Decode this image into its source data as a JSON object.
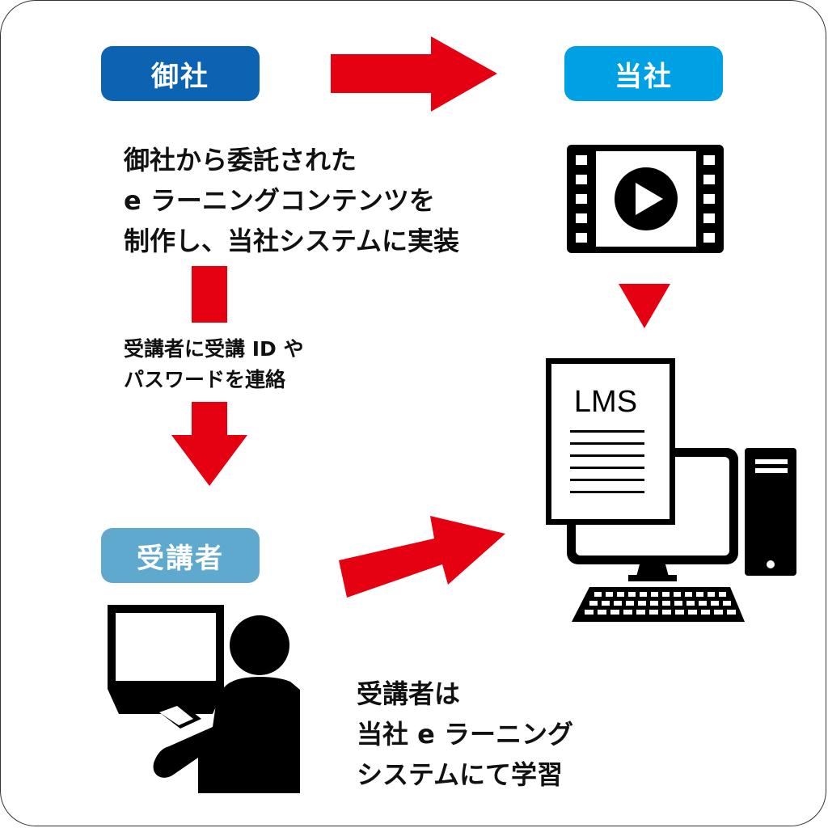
{
  "nodes": {
    "client": {
      "label": "御社",
      "color": "#0b63b2"
    },
    "company": {
      "label": "当社",
      "color": "#00a0e4"
    },
    "learner": {
      "label": "受講者",
      "color": "#5fa9cf"
    }
  },
  "texts": {
    "production": [
      "御社から委託された",
      "e ラーニングコンテンツを",
      "制作し、当社システムに実装"
    ],
    "notify": [
      "受講者に受講 ID や",
      "パスワードを連絡"
    ],
    "study": [
      "受講者は",
      "当社 e ラーニング",
      "システムにて学習"
    ]
  },
  "lms_label": "LMS",
  "colors": {
    "arrow": "#e50012",
    "icon": "#000000"
  },
  "icons": {
    "film": "film-play-icon",
    "lms": "lms-computer-icon",
    "learner": "learner-laptop-icon"
  }
}
